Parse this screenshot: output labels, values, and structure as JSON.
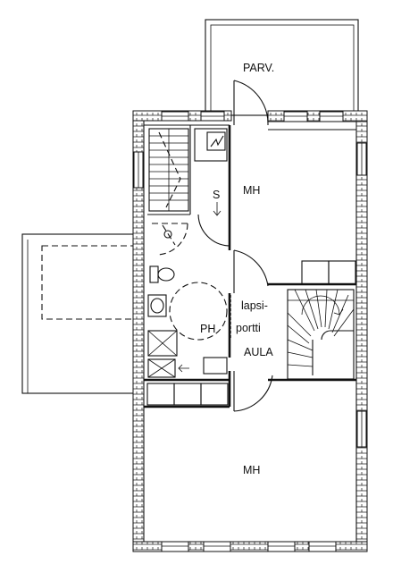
{
  "rooms": {
    "balcony": "PARV.",
    "bedroom_top": "MH",
    "bedroom_bottom": "MH",
    "bathroom": "PH",
    "hall": "AULA",
    "storage_mark": "S",
    "child_gate_line1": "lapsi-",
    "child_gate_line2": "portti"
  }
}
